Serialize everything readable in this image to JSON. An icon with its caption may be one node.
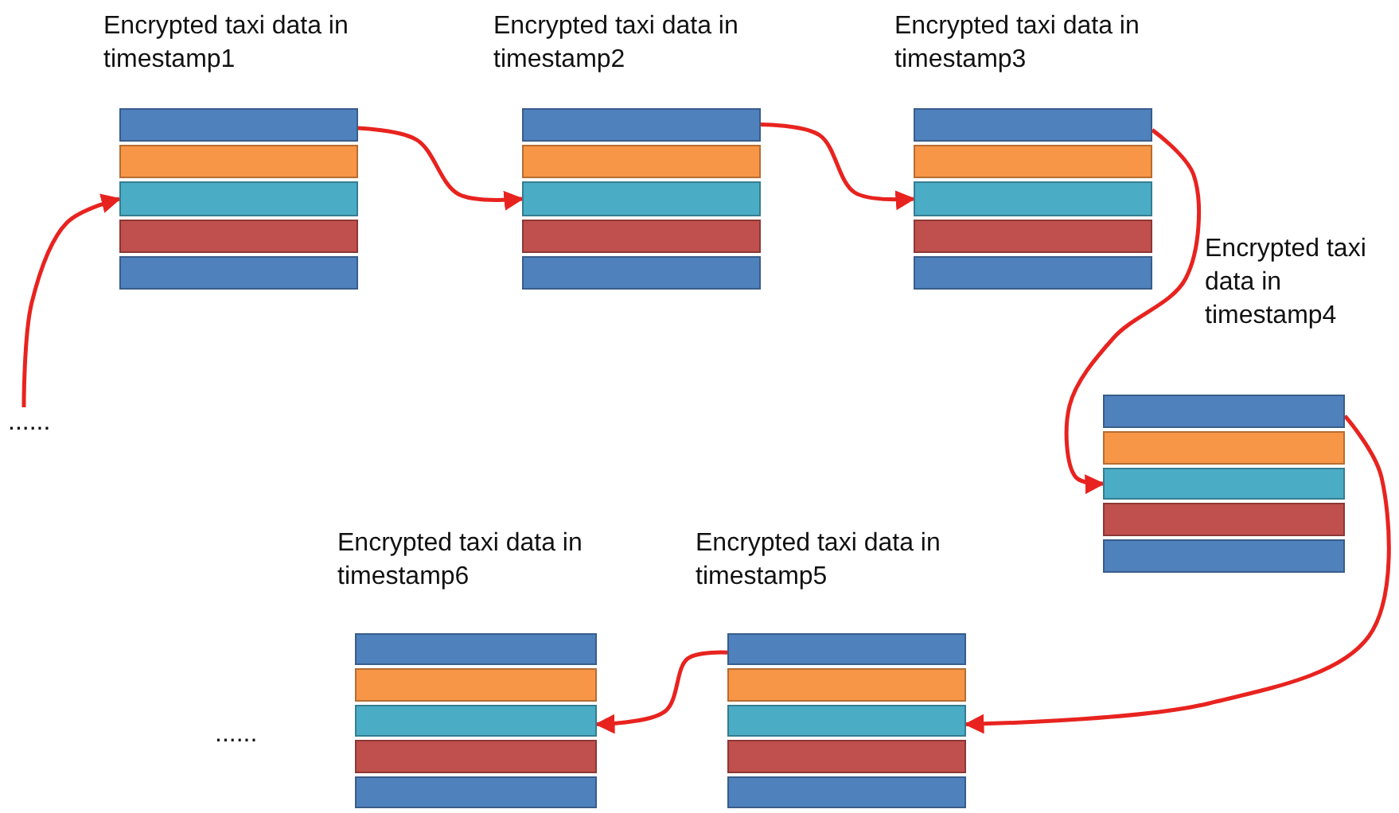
{
  "diagram": {
    "nodes": [
      {
        "text": [
          "Encrypted taxi data in timestamp1"
        ]
      },
      {
        "text": [
          "Encrypted taxi data in timestamp2"
        ]
      },
      {
        "text": [
          "Encrypted taxi data in timestamp3"
        ]
      },
      {
        "text": [
          "Encrypted taxi data in timestamp4"
        ]
      },
      {
        "text": [
          "Encrypted taxi data in timestamp5"
        ]
      },
      {
        "text": [
          "Encrypted taxi data in timestamp6"
        ]
      },
      {
        "text": [
          "......"
        ]
      }
    ],
    "edges": [
      {
        "from": 6,
        "to": 0,
        "arrow": "to"
      },
      {
        "from": 0,
        "to": 1,
        "arrow": "to"
      },
      {
        "from": 1,
        "to": 2,
        "arrow": "to"
      },
      {
        "from": 2,
        "to": 3,
        "arrow": "to"
      },
      {
        "from": 3,
        "to": 4,
        "arrow": "to"
      },
      {
        "from": 4,
        "to": 5,
        "arrow": "to"
      }
    ],
    "labels": [
      "......"
    ]
  }
}
